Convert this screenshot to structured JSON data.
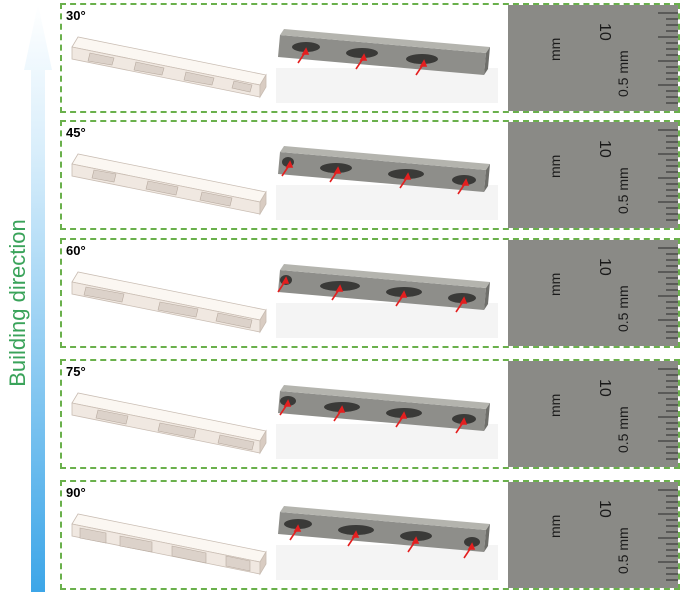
{
  "building_direction_label": "Building direction",
  "colors": {
    "arrow_top": "#ffffff",
    "arrow_bottom": "#3da6e8",
    "label": "#3aa35a",
    "frame": "#6ab04c",
    "cad_fill": "#f3ece6",
    "metal": "#8c8c88",
    "pointer_arrow": "#e41f1f"
  },
  "rows": [
    {
      "angle": "30°",
      "ruler_top": "10",
      "ruler_mm1": "mm",
      "ruler_mm2": "0.5 mm"
    },
    {
      "angle": "45°",
      "ruler_top": "10",
      "ruler_mm1": "mm",
      "ruler_mm2": "0.5 mm"
    },
    {
      "angle": "60°",
      "ruler_top": "10",
      "ruler_mm1": "mm",
      "ruler_mm2": "0.5 mm"
    },
    {
      "angle": "75°",
      "ruler_top": "10",
      "ruler_mm1": "mm",
      "ruler_mm2": "0.5 mm"
    },
    {
      "angle": "90°",
      "ruler_top": "10",
      "ruler_mm1": "mm",
      "ruler_mm2": "0.5 mm"
    }
  ]
}
